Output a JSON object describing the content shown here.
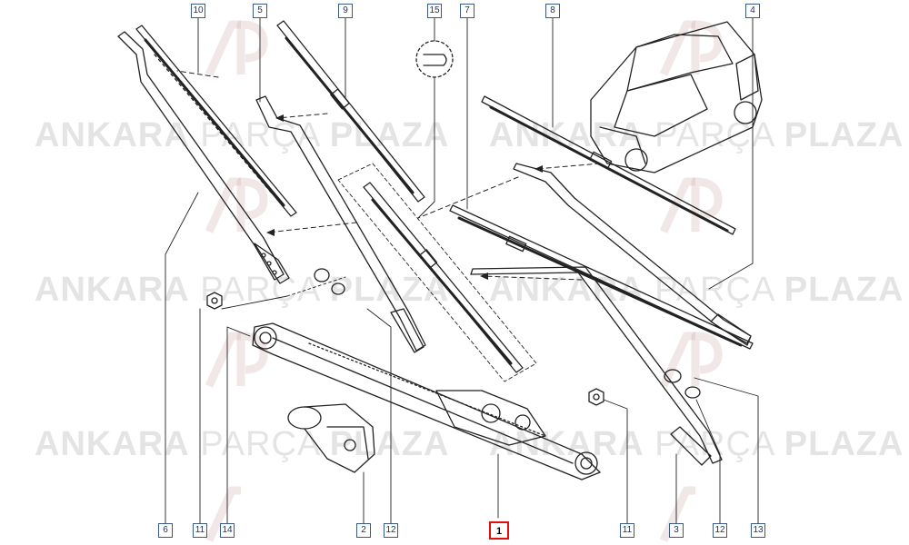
{
  "watermark": {
    "word1": "ANKARA",
    "word2": "PARÇA",
    "word3": "PLAZA",
    "color": "#aaaaaa"
  },
  "callouts": [
    {
      "id": "c10",
      "label": "10"
    },
    {
      "id": "c5",
      "label": "5"
    },
    {
      "id": "c9",
      "label": "9"
    },
    {
      "id": "c15",
      "label": "15"
    },
    {
      "id": "c7",
      "label": "7"
    },
    {
      "id": "c8",
      "label": "8"
    },
    {
      "id": "c4",
      "label": "4"
    },
    {
      "id": "c6",
      "label": "6"
    },
    {
      "id": "c11a",
      "label": "11"
    },
    {
      "id": "c14",
      "label": "14"
    },
    {
      "id": "c2",
      "label": "2"
    },
    {
      "id": "c12a",
      "label": "12"
    },
    {
      "id": "c1",
      "label": "1"
    },
    {
      "id": "c11b",
      "label": "11"
    },
    {
      "id": "c3",
      "label": "3"
    },
    {
      "id": "c12b",
      "label": "12"
    },
    {
      "id": "c13",
      "label": "13"
    }
  ],
  "colors": {
    "line": "#222222",
    "callout_border": "#3a5a8a",
    "highlight": "#e01010"
  }
}
